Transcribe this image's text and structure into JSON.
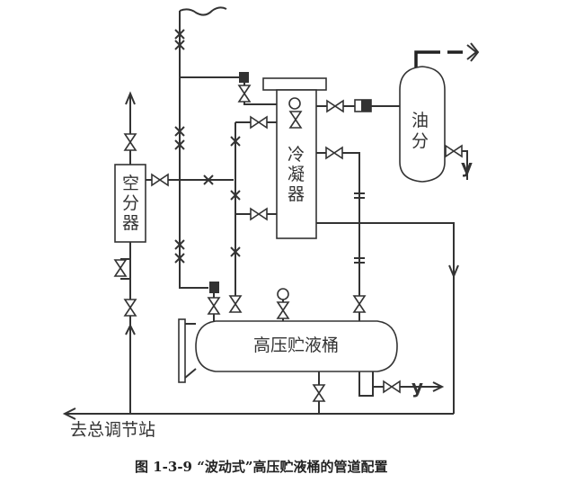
{
  "labels": {
    "air_separator": [
      "空",
      "分",
      "器"
    ],
    "condenser": [
      "冷",
      "凝",
      "器"
    ],
    "oil_separator": [
      "油",
      "分"
    ],
    "receiver": "高压贮液桶",
    "outlet_y1": "y",
    "outlet_y2": "y",
    "to_station": "去总调节站"
  },
  "caption": "图 1-3-9  “波动式”高压贮液桶的管道配置"
}
